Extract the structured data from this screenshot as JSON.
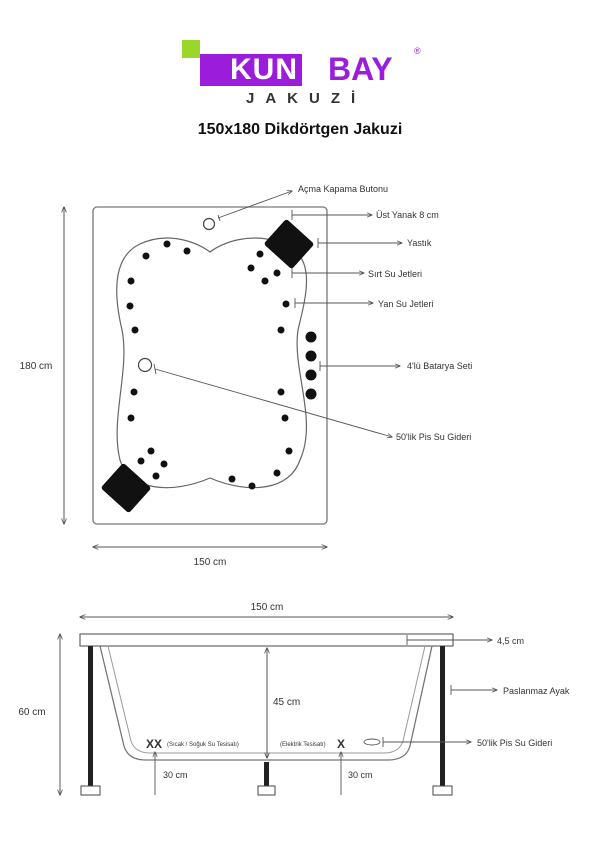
{
  "brand": {
    "name_part1": "KUN",
    "name_part2": "BAY",
    "registered": "®",
    "subtitle": "JAKUZİ",
    "colors": {
      "purple": "#9b1ddb",
      "green": "#9bd62b"
    }
  },
  "title": "150x180 Dikdörtgen Jakuzi",
  "top_view": {
    "height_label": "180 cm",
    "width_label": "150 cm",
    "callouts": {
      "button": "Açma Kapama Butonu",
      "upper_cheek": "Üst Yanak 8 cm",
      "pillow": "Yastık",
      "back_jets": "Sırt Su Jetleri",
      "side_jets": "Yan Su Jetleri",
      "battery": "4'lü Batarya Seti",
      "drain": "50'lik Pis Su Gideri"
    }
  },
  "side_view": {
    "width_label": "150 cm",
    "height_label": "60 cm",
    "inner_depth_label": "45 cm",
    "rim_label": "4,5 cm",
    "leg_label": "Paslanmaz Ayak",
    "drain_label": "50'lik Pis Su Gideri",
    "water_mark": "XX",
    "water_label": "(Sıcak / Soğuk Su Tesisatı)",
    "electric_label": "(Elektrik Tesisatı)",
    "electric_mark": "X",
    "left_height_label": "30 cm",
    "right_height_label": "30 cm"
  }
}
